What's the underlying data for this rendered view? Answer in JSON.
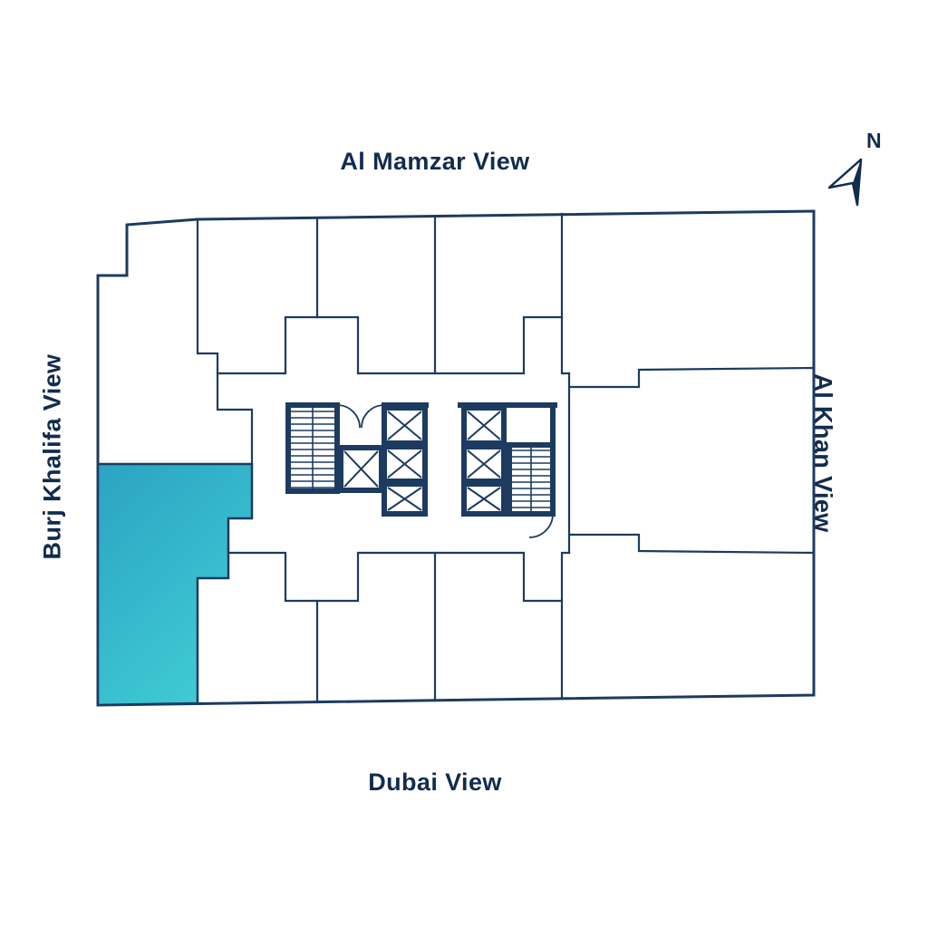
{
  "labels": {
    "top": "Al Mamzar View",
    "bottom": "Dubai View",
    "left": "Burj Khalifa View",
    "right": "Al Khan View"
  },
  "compass": {
    "label": "N"
  },
  "colors": {
    "line_navy": "#1d3b60",
    "text_navy": "#122c4e",
    "highlight_start": "#2ba3c2",
    "highlight_end": "#3fcad4"
  },
  "icons": {
    "north_arrow": "north-arrow-icon",
    "elevator": "elevator-icon",
    "stairs": "stairs-icon",
    "door_swing": "door-arc-icon"
  }
}
